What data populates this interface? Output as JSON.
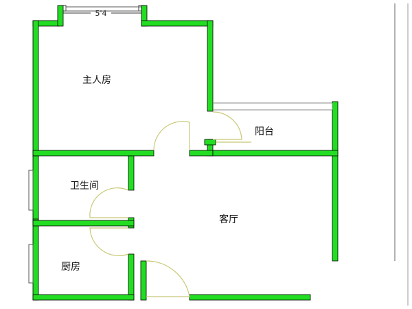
{
  "colors": {
    "wall": "#22dd22",
    "wall_outline": "#000000",
    "door_arc": "#c8c878",
    "window_frame": "#555555",
    "balcony_rail": "#888888",
    "background": "#ffffff"
  },
  "dimension": {
    "label": "5'4"
  },
  "rooms": {
    "master_bedroom": "主人房",
    "balcony": "阳台",
    "bathroom": "卫生间",
    "living_room": "客厅",
    "kitchen": "厨房"
  }
}
